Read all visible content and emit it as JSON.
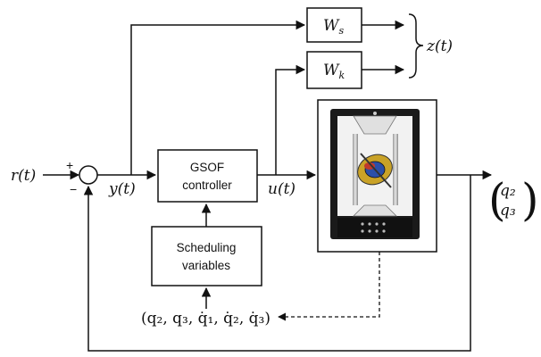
{
  "diagram": {
    "reference_label": "r(t)",
    "plus_sign": "+",
    "minus_sign": "−",
    "measured_output_label": "y(t)",
    "controller_line1": "GSOF",
    "controller_line2": "controller",
    "control_input_label": "u(t)",
    "weight_s_label": "W",
    "weight_s_sub": "s",
    "weight_k_label": "W",
    "weight_k_sub": "k",
    "performance_output_label": "z(t)",
    "scheduling_line1": "Scheduling",
    "scheduling_line2": "variables",
    "scheduling_signals_label": "(q₂, q₃, q̇₁, q̇₂, q̇₃)",
    "output_vector_top": "q₂",
    "output_vector_bottom": "q₃",
    "colors": {
      "line": "#111111",
      "device_frame": "#1a1a1a",
      "device_background": "#f2f2f2"
    }
  }
}
